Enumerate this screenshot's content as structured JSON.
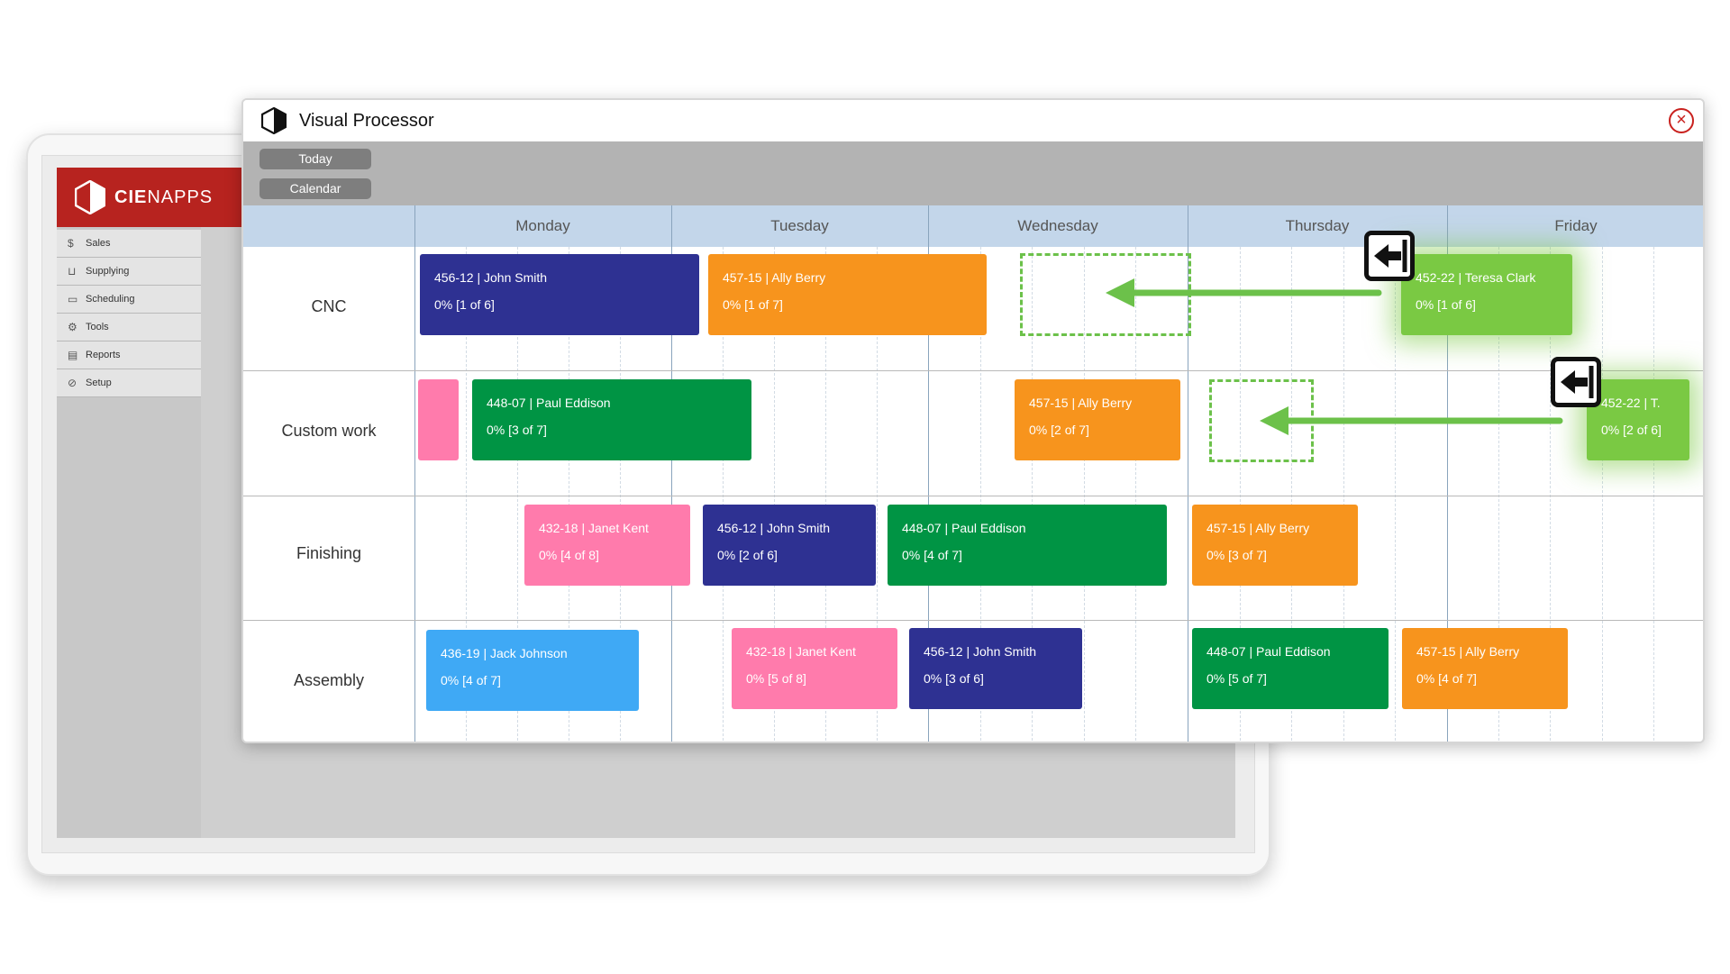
{
  "background_app": {
    "brand": {
      "bold": "CIE",
      "light": "NAPPS"
    },
    "nav": [
      {
        "label": "Sales",
        "icon": "dollar-icon"
      },
      {
        "label": "Supplying",
        "icon": "cart-icon"
      },
      {
        "label": "Scheduling",
        "icon": "monitor-icon"
      },
      {
        "label": "Tools",
        "icon": "gear-icon"
      },
      {
        "label": "Reports",
        "icon": "document-icon"
      },
      {
        "label": "Setup",
        "icon": "check-circle-icon"
      }
    ]
  },
  "window": {
    "title": "Visual Processor",
    "close_icon": "close-icon"
  },
  "toolbar": {
    "today": "Today",
    "calendar": "Calendar"
  },
  "days": [
    "Monday",
    "Tuesday",
    "Wednesday",
    "Thursday",
    "Friday"
  ],
  "rows": [
    "CNC",
    "Custom work",
    "Finishing",
    "Assembly"
  ],
  "colors": {
    "navy": "#2e3192",
    "orange": "#f7941d",
    "green": "#009444",
    "pink": "#ff7bac",
    "light_blue": "#3fa9f5",
    "lime": "#7ac943",
    "header": "#c3d6ea"
  },
  "jobs": {
    "cnc_1": {
      "title": "456-12  |  John Smith",
      "progress": "0% [1 of 6]"
    },
    "cnc_2": {
      "title": "457-15  |  Ally Berry",
      "progress": "0% [1 of 7]"
    },
    "cnc_3": {
      "title": "452-22  |  Teresa Clark",
      "progress": "0% [1 of 6]"
    },
    "custom_2": {
      "title": "448-07  |  Paul Eddison",
      "progress": "0% [3 of 7]"
    },
    "custom_3": {
      "title": "457-15  |  Ally Berry",
      "progress": "0% [2 of 7]"
    },
    "custom_4": {
      "title": "452-22  |  T.",
      "progress": "0% [2 of 6]"
    },
    "fin_1": {
      "title": "432-18  |  Janet Kent",
      "progress": "0% [4 of 8]"
    },
    "fin_2": {
      "title": "456-12  |  John Smith",
      "progress": "0% [2 of 6]"
    },
    "fin_3": {
      "title": "448-07  |  Paul Eddison",
      "progress": "0% [4 of 7]"
    },
    "fin_4": {
      "title": "457-15  |  Ally Berry",
      "progress": "0% [3 of 7]"
    },
    "asm_1": {
      "title": "436-19  |  Jack Johnson",
      "progress": "0% [4 of 7]"
    },
    "asm_2": {
      "title": "432-18  |  Janet Kent",
      "progress": "0% [5 of 8]"
    },
    "asm_3": {
      "title": "456-12  |  John Smith",
      "progress": "0% [3 of 6]"
    },
    "asm_4": {
      "title": "448-07  |  Paul Eddison",
      "progress": "0% [5 of 7]"
    },
    "asm_5": {
      "title": "457-15  |  Ally Berry",
      "progress": "0% [4 of 7]"
    }
  }
}
